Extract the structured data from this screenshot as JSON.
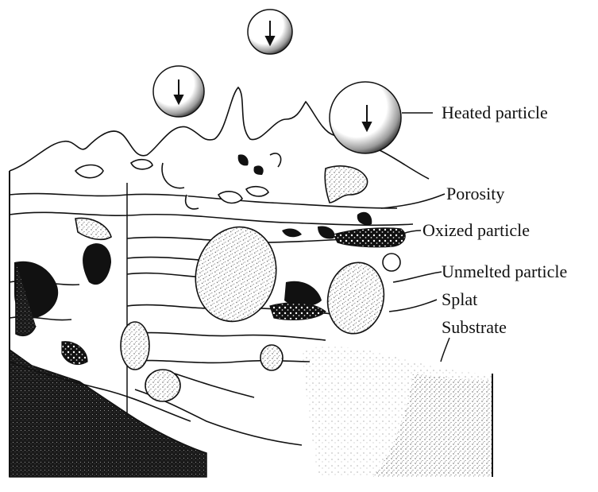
{
  "labels": {
    "heated_particle": "Heated particle",
    "porosity": "Porosity",
    "oxized_particle": "Oxized particle",
    "unmelted_particle": "Unmelted particle",
    "splat": "Splat",
    "substrate": "Substrate"
  },
  "colors": {
    "ink": "#111111",
    "background": "#ffffff",
    "stipple": "#7a7a7a"
  },
  "icons": {
    "arrow": "down-arrow-icon"
  }
}
